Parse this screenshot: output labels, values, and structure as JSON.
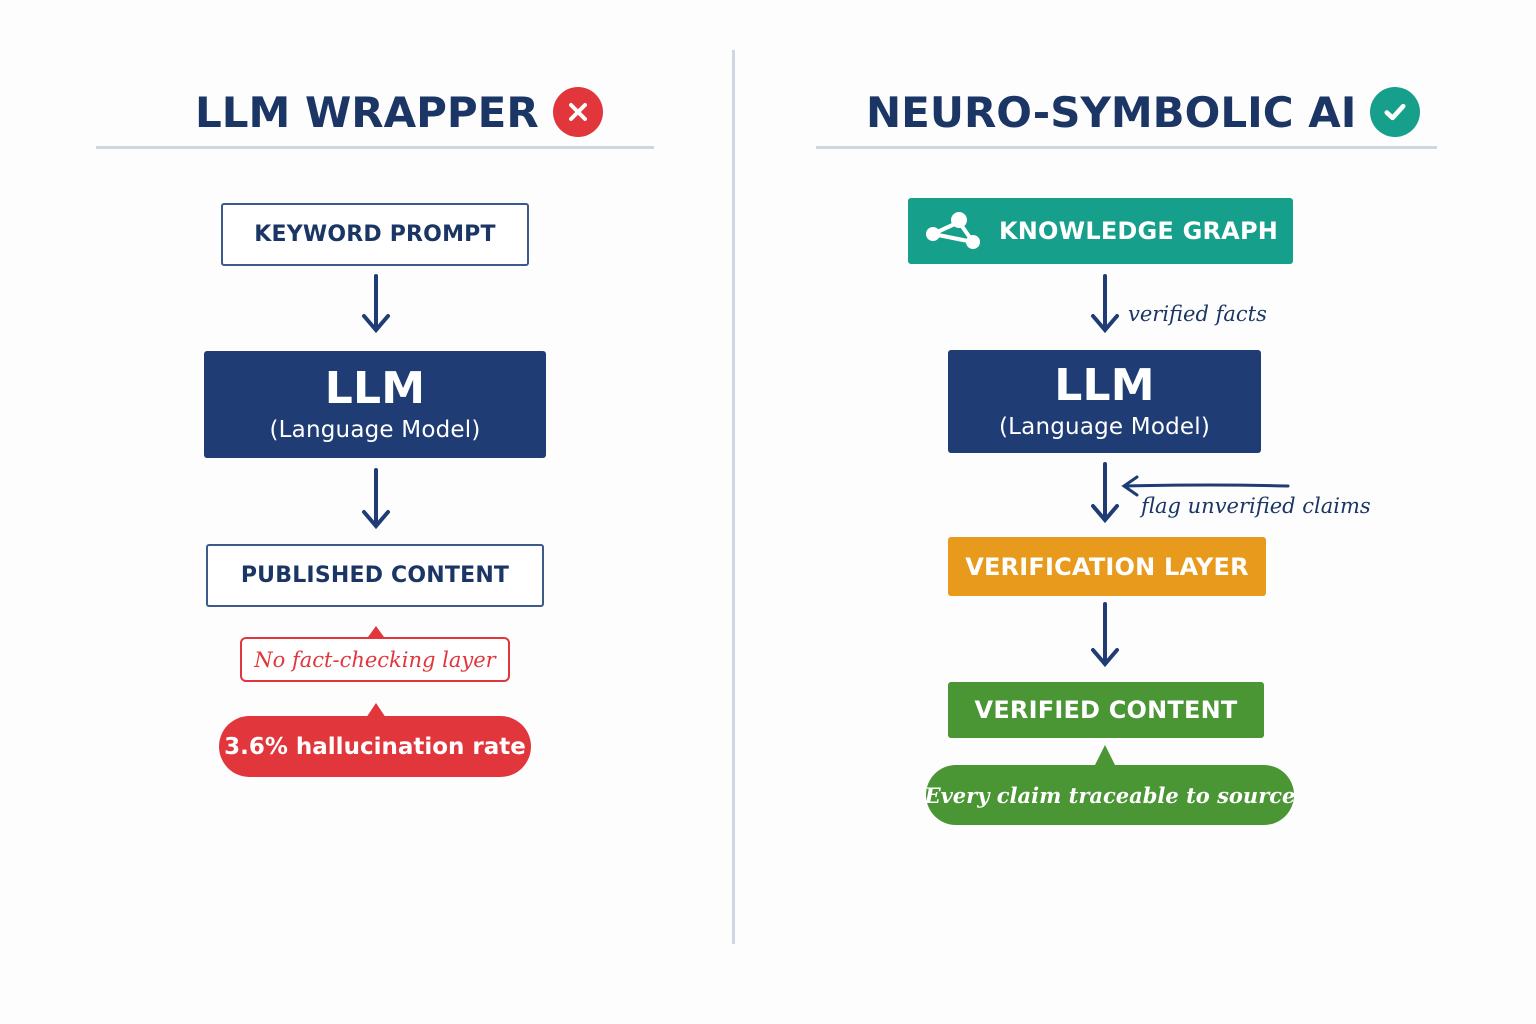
{
  "left": {
    "title": "LLM WRAPPER",
    "steps": {
      "prompt": "KEYWORD PROMPT",
      "llm_title": "LLM",
      "llm_sub": "(Language Model)",
      "output": "PUBLISHED CONTENT"
    },
    "warning": "No fact-checking layer",
    "stat": "3.6% hallucination rate"
  },
  "right": {
    "title": "NEURO-SYMBOLIC AI",
    "steps": {
      "graph": "KNOWLEDGE GRAPH",
      "llm_title": "LLM",
      "llm_sub": "(Language Model)",
      "verification": "VERIFICATION LAYER",
      "output": "VERIFIED CONTENT"
    },
    "notes": {
      "facts": "verified facts",
      "flag": "flag unverified claims"
    },
    "result": "Every claim traceable to source"
  },
  "colors": {
    "navy": "#1f3d74",
    "red": "#e0363c",
    "teal": "#16a08c",
    "orange": "#e89a1c",
    "green": "#4a9534"
  },
  "icons": {
    "left_badge": "x-circle-icon",
    "right_badge": "check-circle-icon",
    "graph": "network-graph-icon"
  }
}
